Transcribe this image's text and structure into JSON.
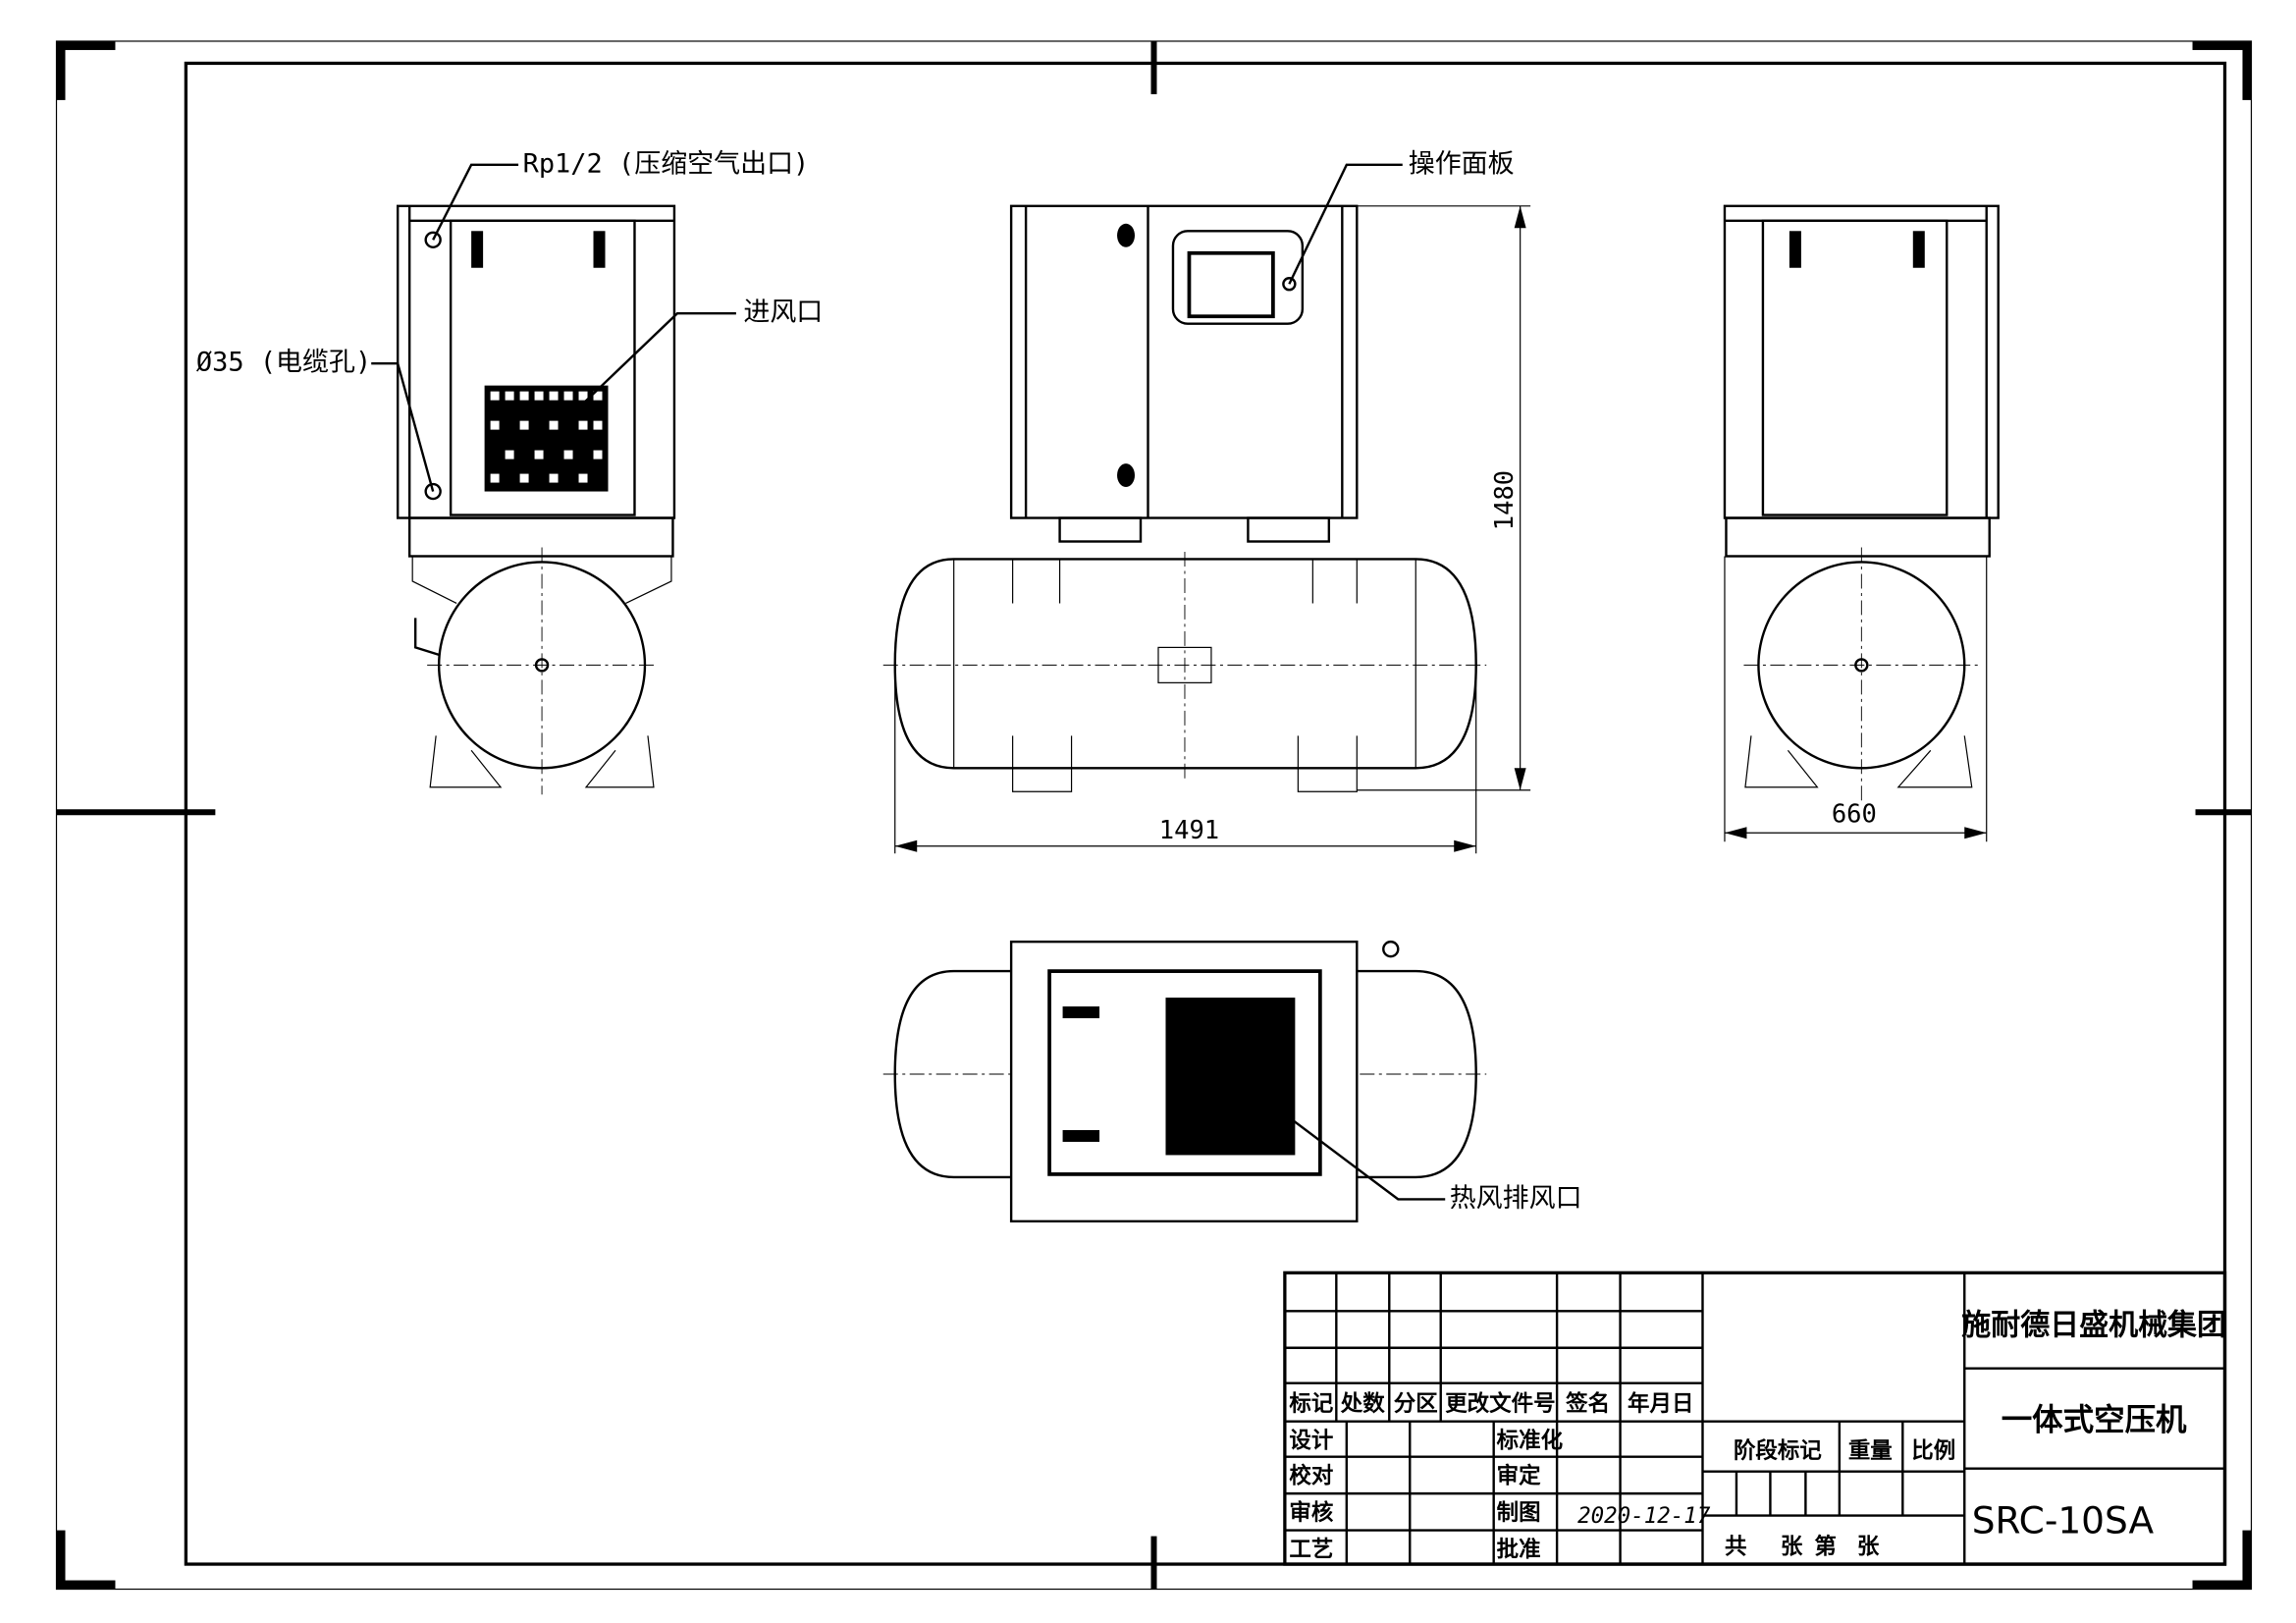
{
  "callouts": {
    "air_outlet": "Rp1/2 (压缩空气出口)",
    "cable_hole": "Ø35 (电缆孔)",
    "air_inlet": "进风口",
    "control_panel": "操作面板",
    "hot_air_exhaust": "热风排风口"
  },
  "dimensions": {
    "height": "1480",
    "length": "1491",
    "width": "660"
  },
  "title_block": {
    "company": "施耐德日盛机械集团",
    "product_name": "一体式空压机",
    "model": "SRC-10SA",
    "date": "2020-12-17",
    "revision_headers": [
      "标记",
      "处数",
      "分区",
      "更改文件号",
      "签名",
      "年月日"
    ],
    "roles": [
      "设计",
      "校对",
      "审核",
      "工艺"
    ],
    "approvals": [
      "标准化",
      "审定",
      "制图",
      "批准"
    ],
    "stage_mark": "阶段标记",
    "weight": "重量",
    "scale": "比例",
    "sheets": [
      "共",
      "张",
      "第",
      "张"
    ]
  }
}
